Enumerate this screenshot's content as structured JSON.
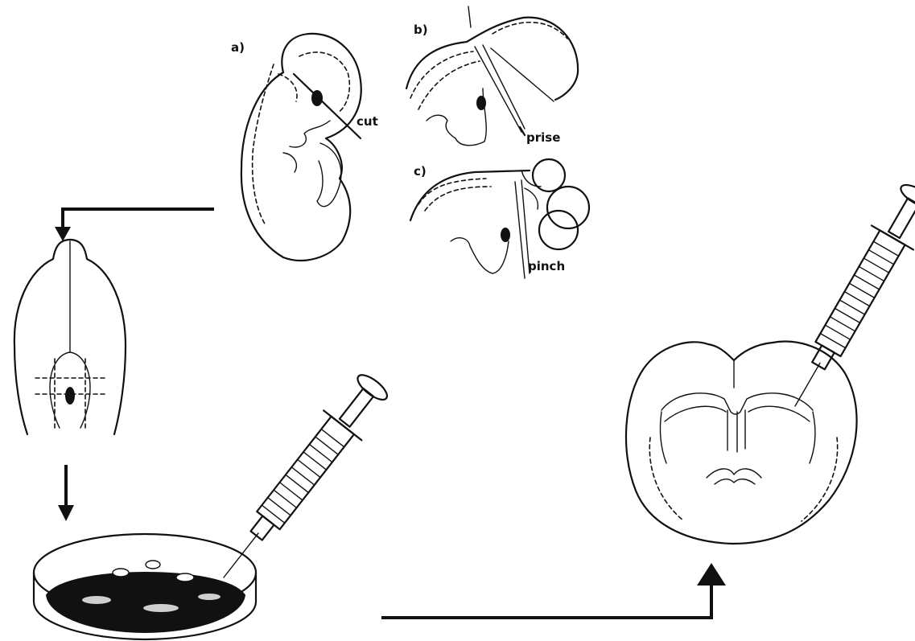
{
  "panel_labels": {
    "a": "a)",
    "b": "b)",
    "c": "c)"
  },
  "annotations": {
    "cut": "cut",
    "prise": "prise",
    "pinch": "pinch"
  },
  "colors": {
    "ink": "#111111",
    "background": "#ffffff"
  }
}
